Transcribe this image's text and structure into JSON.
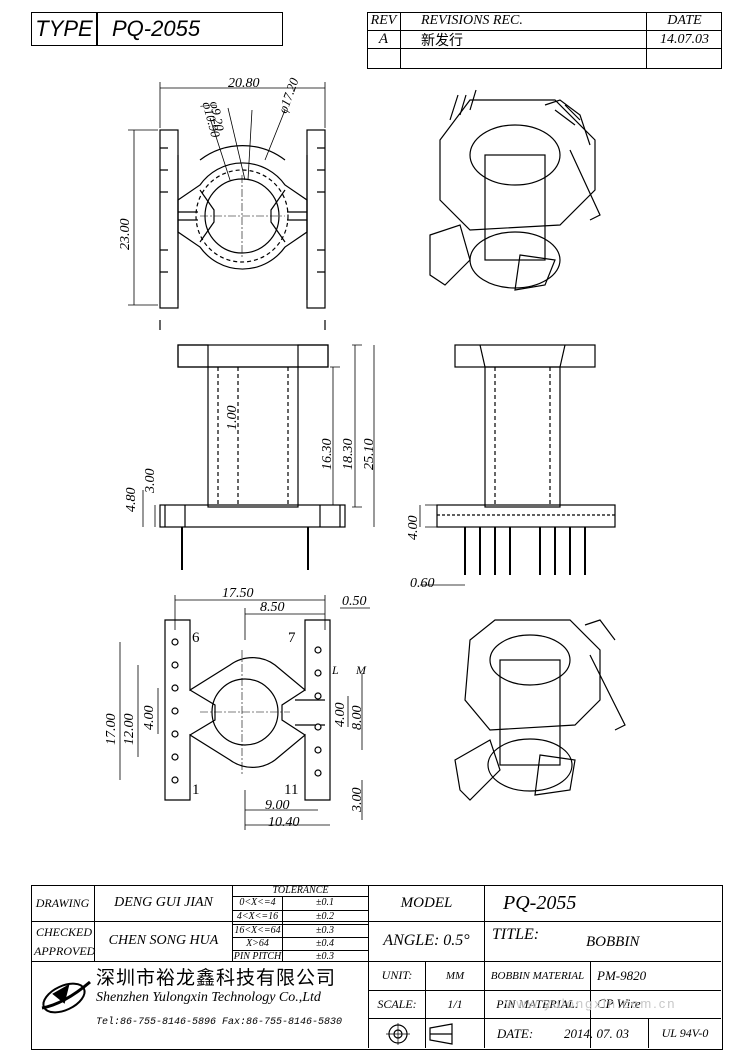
{
  "header": {
    "type_label": "TYPE",
    "part_no": "PQ-2055",
    "rev_label": "REV",
    "revisions_label": "REVISIONS REC.",
    "date_label": "DATE",
    "rev_value": "A",
    "rev_desc": "新发行",
    "rev_date": "14.07.03"
  },
  "dims": {
    "top_view": {
      "A": "20.80",
      "B": "φ9.20",
      "C": "φ17.20",
      "D": "φ10.90",
      "V": "23.00"
    },
    "side_view": {
      "G": "1.00",
      "F": "16.30",
      "E": "18.30",
      "D": "25.10",
      "H": "4.80",
      "I": "3.00"
    },
    "front_view": {
      "U": "4.00",
      "T": "0.60"
    },
    "bottom_view": {
      "J": "17.50",
      "K": "8.50",
      "top_right": "0.50",
      "L": "L",
      "M": "M",
      "left_4": "4.00",
      "left_12": "12.00",
      "left_17": "17.00",
      "r_400": "4.00",
      "r_800": "8.00",
      "r_300": "3.00",
      "P": "9.00",
      "O": "10.40",
      "pin6": "6",
      "pin7": "7",
      "pin1": "1",
      "pin11": "11"
    }
  },
  "title_block": {
    "drawing_label": "DRAWING",
    "drawing_name": "DENG GUI JIAN",
    "checked_label": "CHECKED",
    "approved_label": "APPROVED",
    "checked_name": "CHEN SONG HUA",
    "tolerance_label": "TOLERANCE",
    "tolerances": [
      {
        "range": "0<X<=4",
        "value": "±0.1"
      },
      {
        "range": "4<X<=16",
        "value": "±0.2"
      },
      {
        "range": "16<X<=64",
        "value": "±0.3"
      },
      {
        "range": "X>64",
        "value": "±0.4"
      },
      {
        "range": "PIN PITCH",
        "value": "±0.3"
      }
    ],
    "model_label": "MODEL",
    "model_value": "PQ-2055",
    "angle": "ANGLE: 0.5°",
    "title_label": "TITLE:",
    "title_value": "BOBBIN",
    "unit_label": "UNIT:",
    "unit_value": "MM",
    "scale_label": "SCALE:",
    "scale_value": "1/1",
    "bobbin_material_label": "BOBBIN MATERIAL",
    "bobbin_material_value": "PM-9820",
    "pin_material_label": "PIN MATERIAL:",
    "pin_material_value": "CP Wire",
    "date_label": "DATE:",
    "date_value": "2014. 07. 03",
    "ul": "UL 94V-0",
    "company_cn": "深圳市裕龙鑫科技有限公司",
    "company_en": "Shenzhen Yulongxin Technology Co.,Ltd",
    "contact": "Tel:86-755-8146-5896  Fax:86-755-8146-5830",
    "watermark": "www.yulongxin.com.cn"
  }
}
